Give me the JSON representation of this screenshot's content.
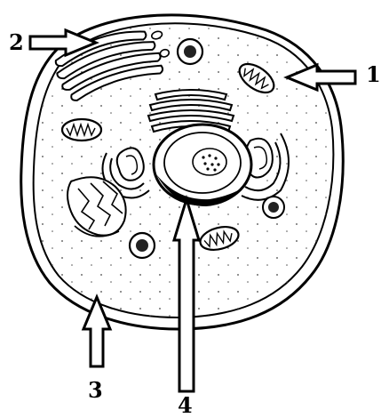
{
  "labels": {
    "mitochondrion_label": "1",
    "golgi_label": "2",
    "cell_membrane_label": "3",
    "nucleus_label": "4"
  }
}
